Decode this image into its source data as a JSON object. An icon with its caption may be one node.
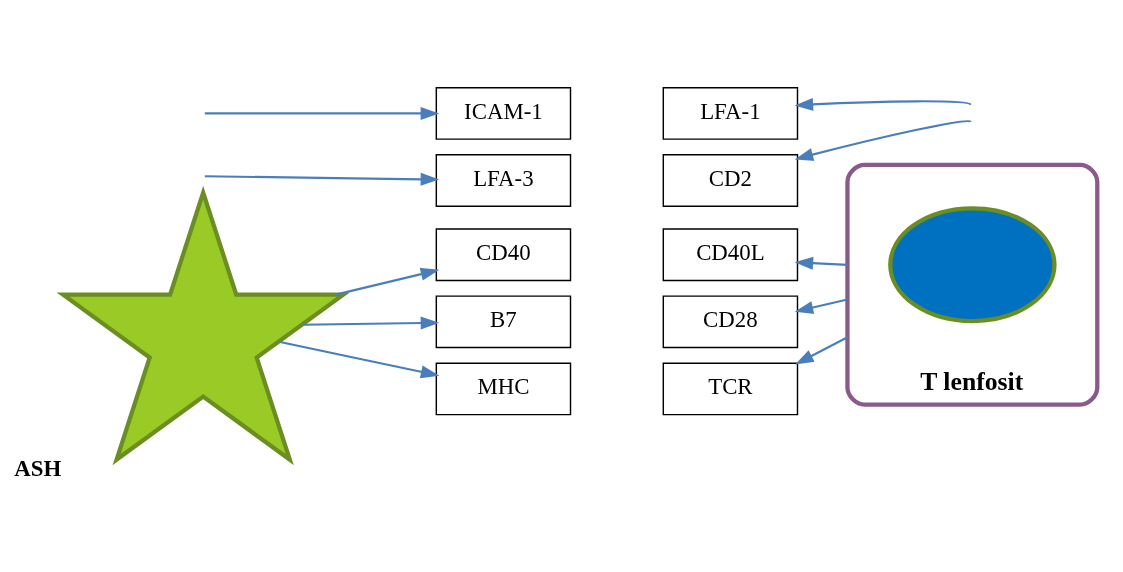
{
  "diagram": {
    "nodes": [
      {
        "text": [],
        "shape": "star",
        "beside": [
          "ASH"
        ]
      },
      {
        "text": [],
        "shape": "ellipse",
        "beside": [
          "T lenfosit"
        ]
      },
      {
        "text": [],
        "shape": "ellipse",
        "in": 1
      },
      {
        "text": [
          "ICAM-1"
        ]
      },
      {
        "text": [
          "LFA-1"
        ]
      },
      {
        "text": [
          "LFA-3"
        ]
      },
      {
        "text": [
          "CD2"
        ]
      },
      {
        "text": [
          "CD40"
        ]
      },
      {
        "text": [
          "CD40L"
        ]
      },
      {
        "text": [
          "B7"
        ]
      },
      {
        "text": [
          "CD28"
        ]
      },
      {
        "text": [
          "MHC"
        ]
      },
      {
        "text": [
          "TCR"
        ]
      }
    ],
    "edges": [
      {
        "from": null,
        "to": 3,
        "arrow": "to"
      },
      {
        "from": null,
        "to": 4,
        "arrow": "to"
      },
      {
        "from": null,
        "to": 5,
        "arrow": "to"
      },
      {
        "from": null,
        "to": 6,
        "arrow": "to"
      },
      {
        "from": 0,
        "to": 7,
        "arrow": "to"
      },
      {
        "from": 1,
        "to": 8,
        "arrow": "to"
      },
      {
        "from": 0,
        "to": 9,
        "arrow": "to"
      },
      {
        "from": 1,
        "to": 10,
        "arrow": "to"
      },
      {
        "from": 0,
        "to": 11,
        "arrow": "to"
      },
      {
        "from": 1,
        "to": 12,
        "arrow": "to"
      }
    ]
  }
}
